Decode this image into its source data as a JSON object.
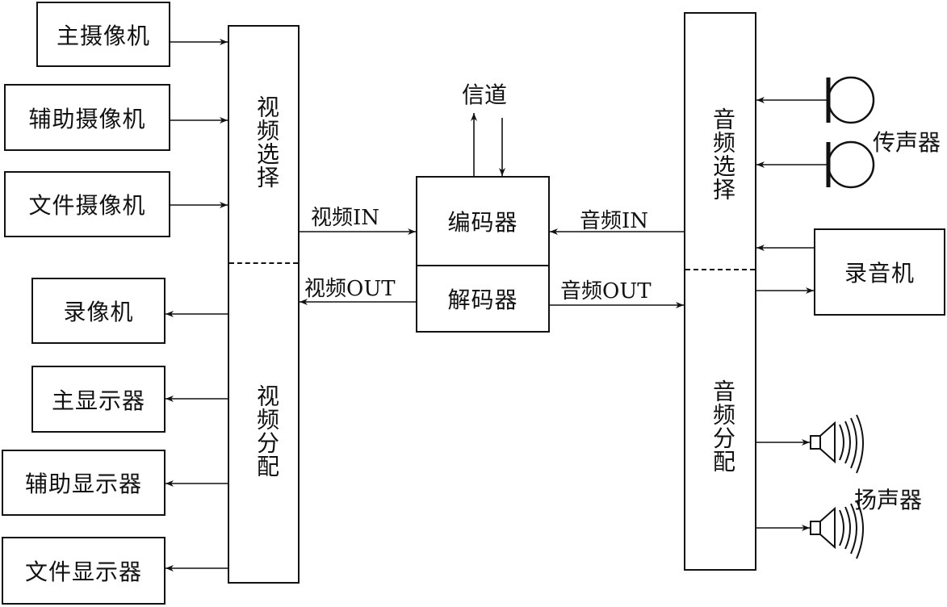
{
  "inputs": {
    "main_camera": "主摄像机",
    "aux_camera": "辅助摄像机",
    "doc_camera": "文件摄像机"
  },
  "outputs": {
    "vcr": "录像机",
    "main_display": "主显示器",
    "aux_display": "辅助显示器",
    "doc_display": "文件显示器"
  },
  "video_panel": {
    "select": "视频选择",
    "distribute": "视频分配"
  },
  "codec": {
    "encoder": "编码器",
    "decoder": "解码器",
    "channel": "信道"
  },
  "signals": {
    "video_in": "视频IN",
    "video_out": "视频OUT",
    "audio_in": "音频IN",
    "audio_out": "音频OUT"
  },
  "audio_panel": {
    "select": "音频选择",
    "distribute": "音频分配"
  },
  "audio_devices": {
    "microphone": "传声器",
    "tape_recorder": "录音机",
    "speaker": "扬声器"
  }
}
